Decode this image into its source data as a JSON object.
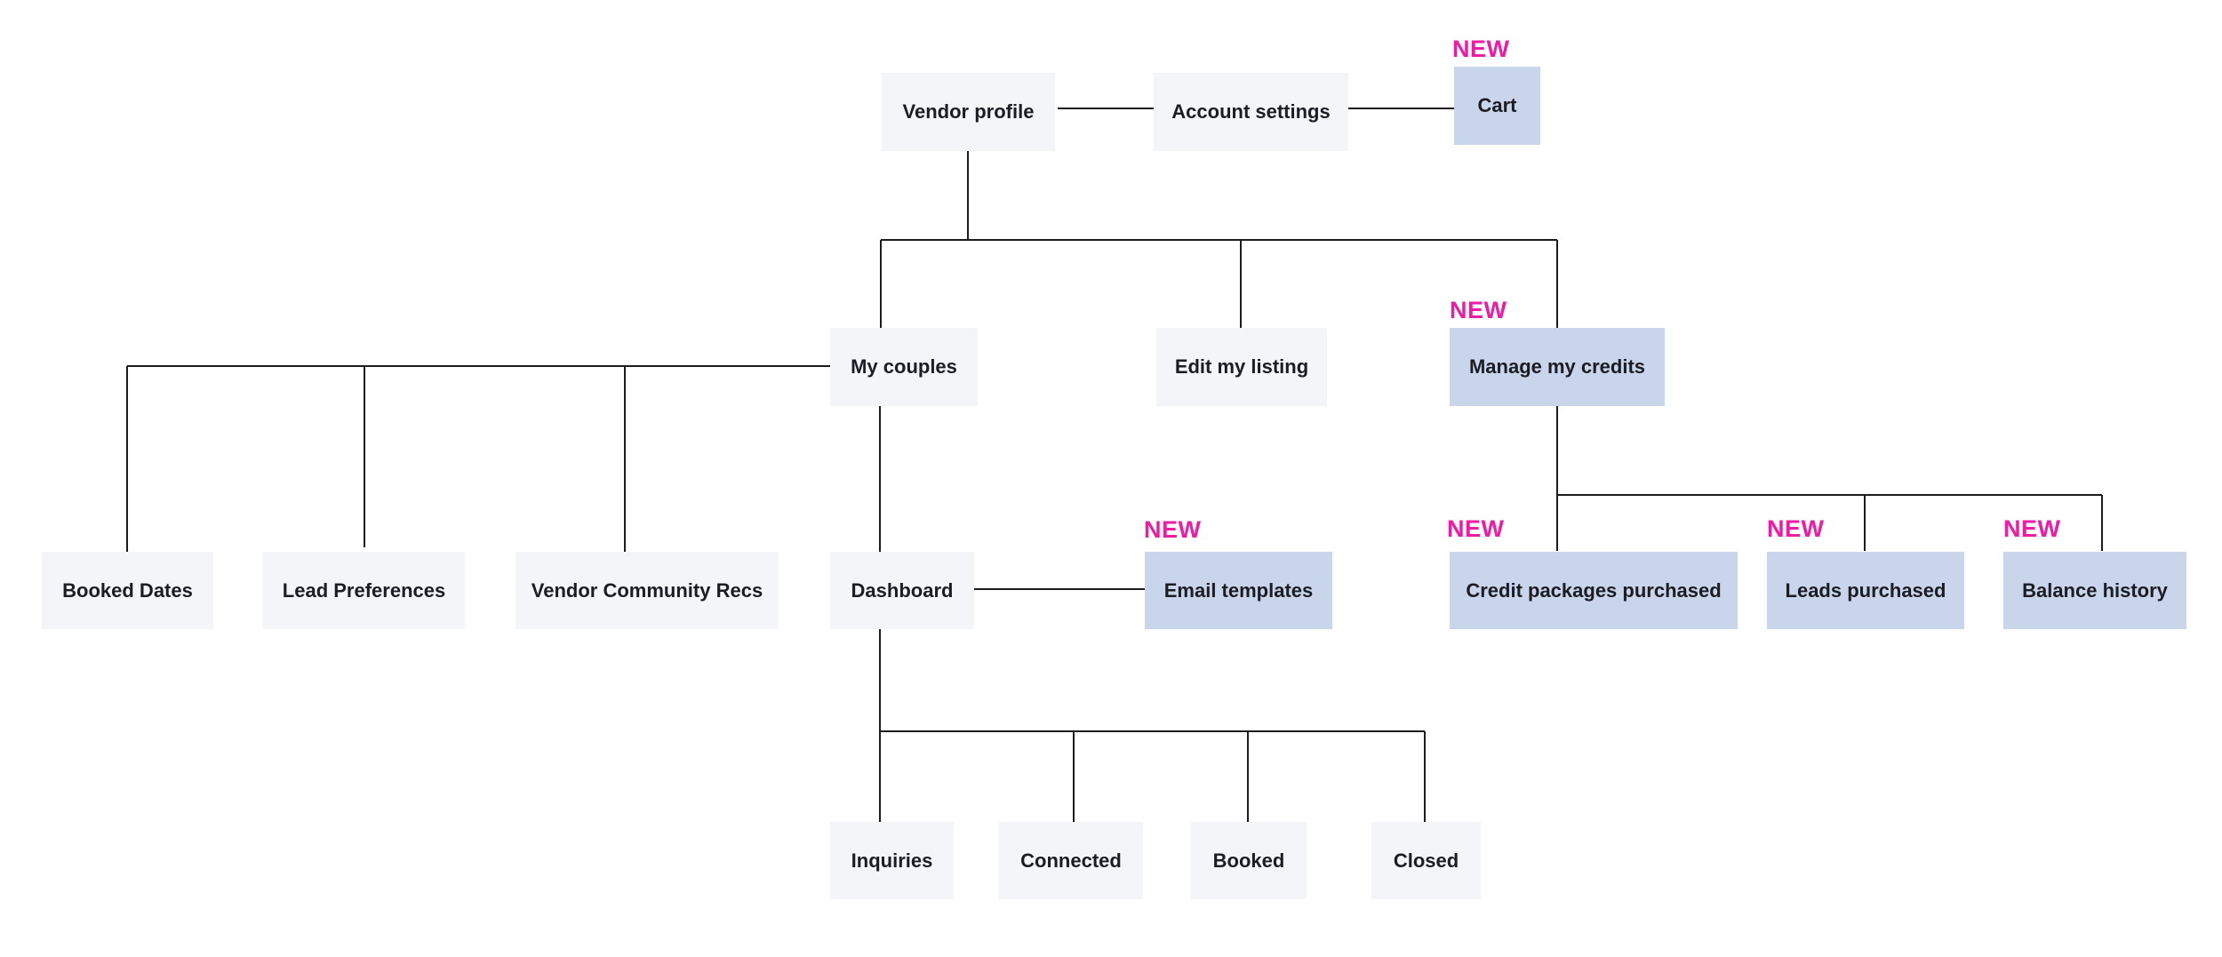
{
  "diagram": {
    "new_tag": "NEW",
    "colors": {
      "existing_node": "#f4f5f9",
      "new_node": "#c9d5ea",
      "new_tag": "#ee1ba4",
      "connector": "#1c1c1c"
    },
    "nodes": {
      "vendor_profile": "Vendor profile",
      "account_settings": "Account settings",
      "cart": "Cart",
      "my_couples": "My couples",
      "edit_my_listing": "Edit my listing",
      "manage_my_credits": "Manage my credits",
      "booked_dates": "Booked Dates",
      "lead_preferences": "Lead Preferences",
      "vendor_community_recs": "Vendor Community Recs",
      "dashboard": "Dashboard",
      "email_templates": "Email templates",
      "credit_packages_purchased": "Credit packages purchased",
      "leads_purchased": "Leads purchased",
      "balance_history": "Balance history",
      "inquiries": "Inquiries",
      "connected": "Connected",
      "booked": "Booked",
      "closed": "Closed"
    },
    "new_nodes": [
      "cart",
      "manage_my_credits",
      "email_templates",
      "credit_packages_purchased",
      "leads_purchased",
      "balance_history"
    ]
  }
}
